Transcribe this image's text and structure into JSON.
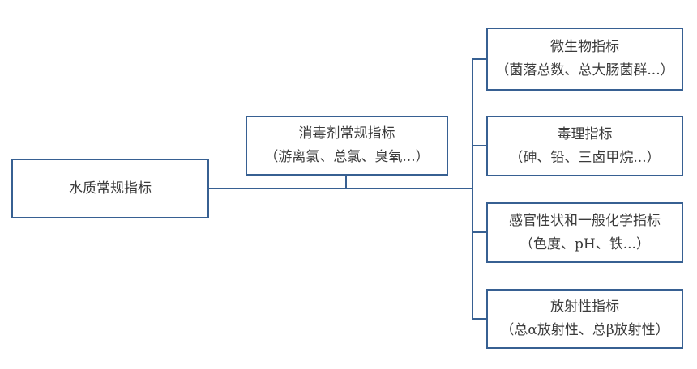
{
  "diagram": {
    "colors": {
      "line": "#376092",
      "border": "#376092",
      "text": "#3b3b3b",
      "background": "#ffffff"
    },
    "root": {
      "label": "水质常规指标"
    },
    "branch": {
      "title": "消毒剂常规指标",
      "detail": "（游离氯、总氯、臭氧...）"
    },
    "leaves": [
      {
        "title": "微生物指标",
        "detail": "（菌落总数、总大肠菌群...）"
      },
      {
        "title": "毒理指标",
        "detail": "（砷、铅、三卤甲烷...）"
      },
      {
        "title": "感官性状和一般化学指标",
        "detail": "（色度、pH、铁...）"
      },
      {
        "title": "放射性指标",
        "detail": "（总α放射性、总β放射性）"
      }
    ]
  }
}
